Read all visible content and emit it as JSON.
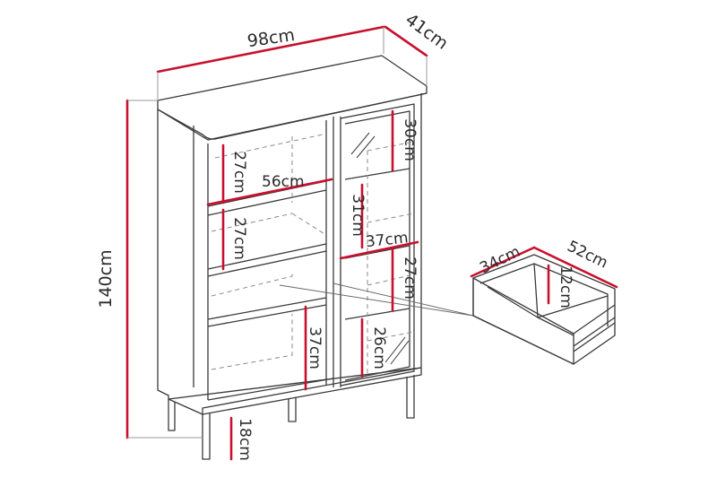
{
  "dimensions": {
    "cabinet_width": "98cm",
    "cabinet_depth": "41cm",
    "cabinet_height": "140cm",
    "leg_height": "18cm",
    "left_shelf_width": "56cm",
    "left_top_compartment": "27cm",
    "left_middle_compartment": "27cm",
    "left_bottom_compartment": "37cm",
    "right_top_compartment": "30cm",
    "right_second_compartment": "31cm",
    "right_shelf_width": "37cm",
    "right_third_compartment": "27cm",
    "right_bottom_compartment": "26cm",
    "drawer_depth": "34cm",
    "drawer_width": "52cm",
    "drawer_height": "12cm"
  },
  "colors": {
    "dimension_line": "#c8102e",
    "outline": "#3a3a3a",
    "hidden_line": "#8a8a8a"
  }
}
